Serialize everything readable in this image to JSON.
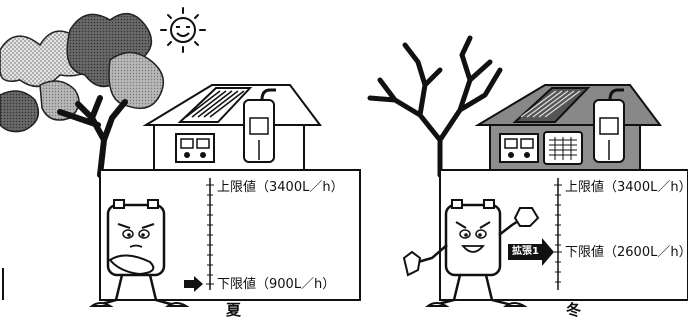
{
  "summer": {
    "upper_limit_label": "上限値（3400L／h）",
    "lower_limit_label": "下限値（900L／h）",
    "season_label": "夏"
  },
  "winter": {
    "upper_limit_label": "上限値（3400L／h）",
    "lower_limit_label": "下限値（2600L／h）",
    "expand_badge": "拡張1",
    "season_label": "冬"
  },
  "icons": [
    "sun-icon",
    "leafy-tree-icon",
    "bare-tree-icon",
    "house-icon",
    "solar-panel-icon",
    "gas-stove-icon",
    "water-heater-icon",
    "fan-heater-icon",
    "gas-meter-character",
    "arrow-right-icon"
  ]
}
